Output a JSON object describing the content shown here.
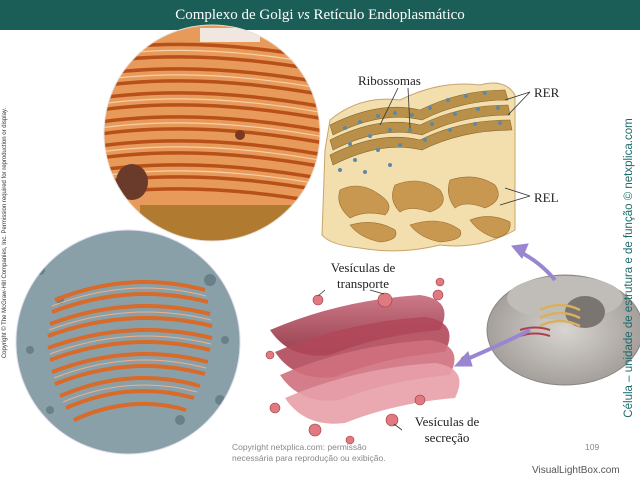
{
  "header": {
    "title_part1": "Complexo de Golgi ",
    "title_vs": "vs",
    "title_part2": " Retículo Endoplasmático"
  },
  "side": {
    "copyright_vertical": "Copyright © The McGraw-Hill Companies, Inc. Permission required for reproduction or display.",
    "credit_vertical": "Célula – unidade de estrutura e de função © netxplica.com"
  },
  "labels": {
    "ribossomas": "Ribossomas",
    "rer": "RER",
    "rel": "REL",
    "vesiculas_transporte_1": "Vesículas de",
    "vesiculas_transporte_2": "transporte",
    "vesiculas_secrecao_1": "Vesículas de",
    "vesiculas_secrecao_2": "secreção"
  },
  "footer": {
    "line1": "Copyright netxplica.com: permissão",
    "line2": "necessária para reprodução ou exibição.",
    "page_number": "109",
    "watermark": "VisualLightBox.com"
  },
  "colors": {
    "header_bg": "#1a5e57",
    "credit_text": "#1a6a6a"
  }
}
